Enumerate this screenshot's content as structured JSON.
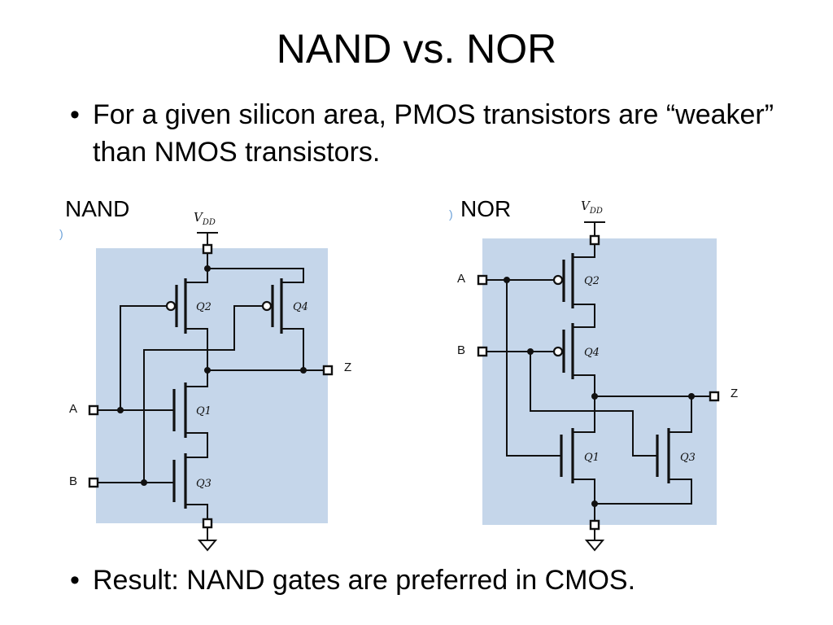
{
  "title": "NAND vs. NOR",
  "bullets": {
    "b1": "For a given silicon area, PMOS transistors are “weaker” than NMOS transistors.",
    "b2": "Result: NAND gates are preferred in CMOS."
  },
  "bullet_marker": "•",
  "nand": {
    "label": "NAND",
    "supply": {
      "main": "V",
      "sub": "DD"
    },
    "inputs": [
      "A",
      "B"
    ],
    "output": "Z",
    "transistors": [
      "Q2",
      "Q4",
      "Q1",
      "Q3"
    ]
  },
  "nor": {
    "label": "NOR",
    "supply": {
      "main": "V",
      "sub": "DD"
    },
    "inputs": [
      "A",
      "B"
    ],
    "output": "Z",
    "transistors": [
      "Q2",
      "Q4",
      "Q1",
      "Q3"
    ]
  },
  "colors": {
    "panel": "#c5d6ea",
    "wire": "#111111",
    "background": "#ffffff"
  }
}
